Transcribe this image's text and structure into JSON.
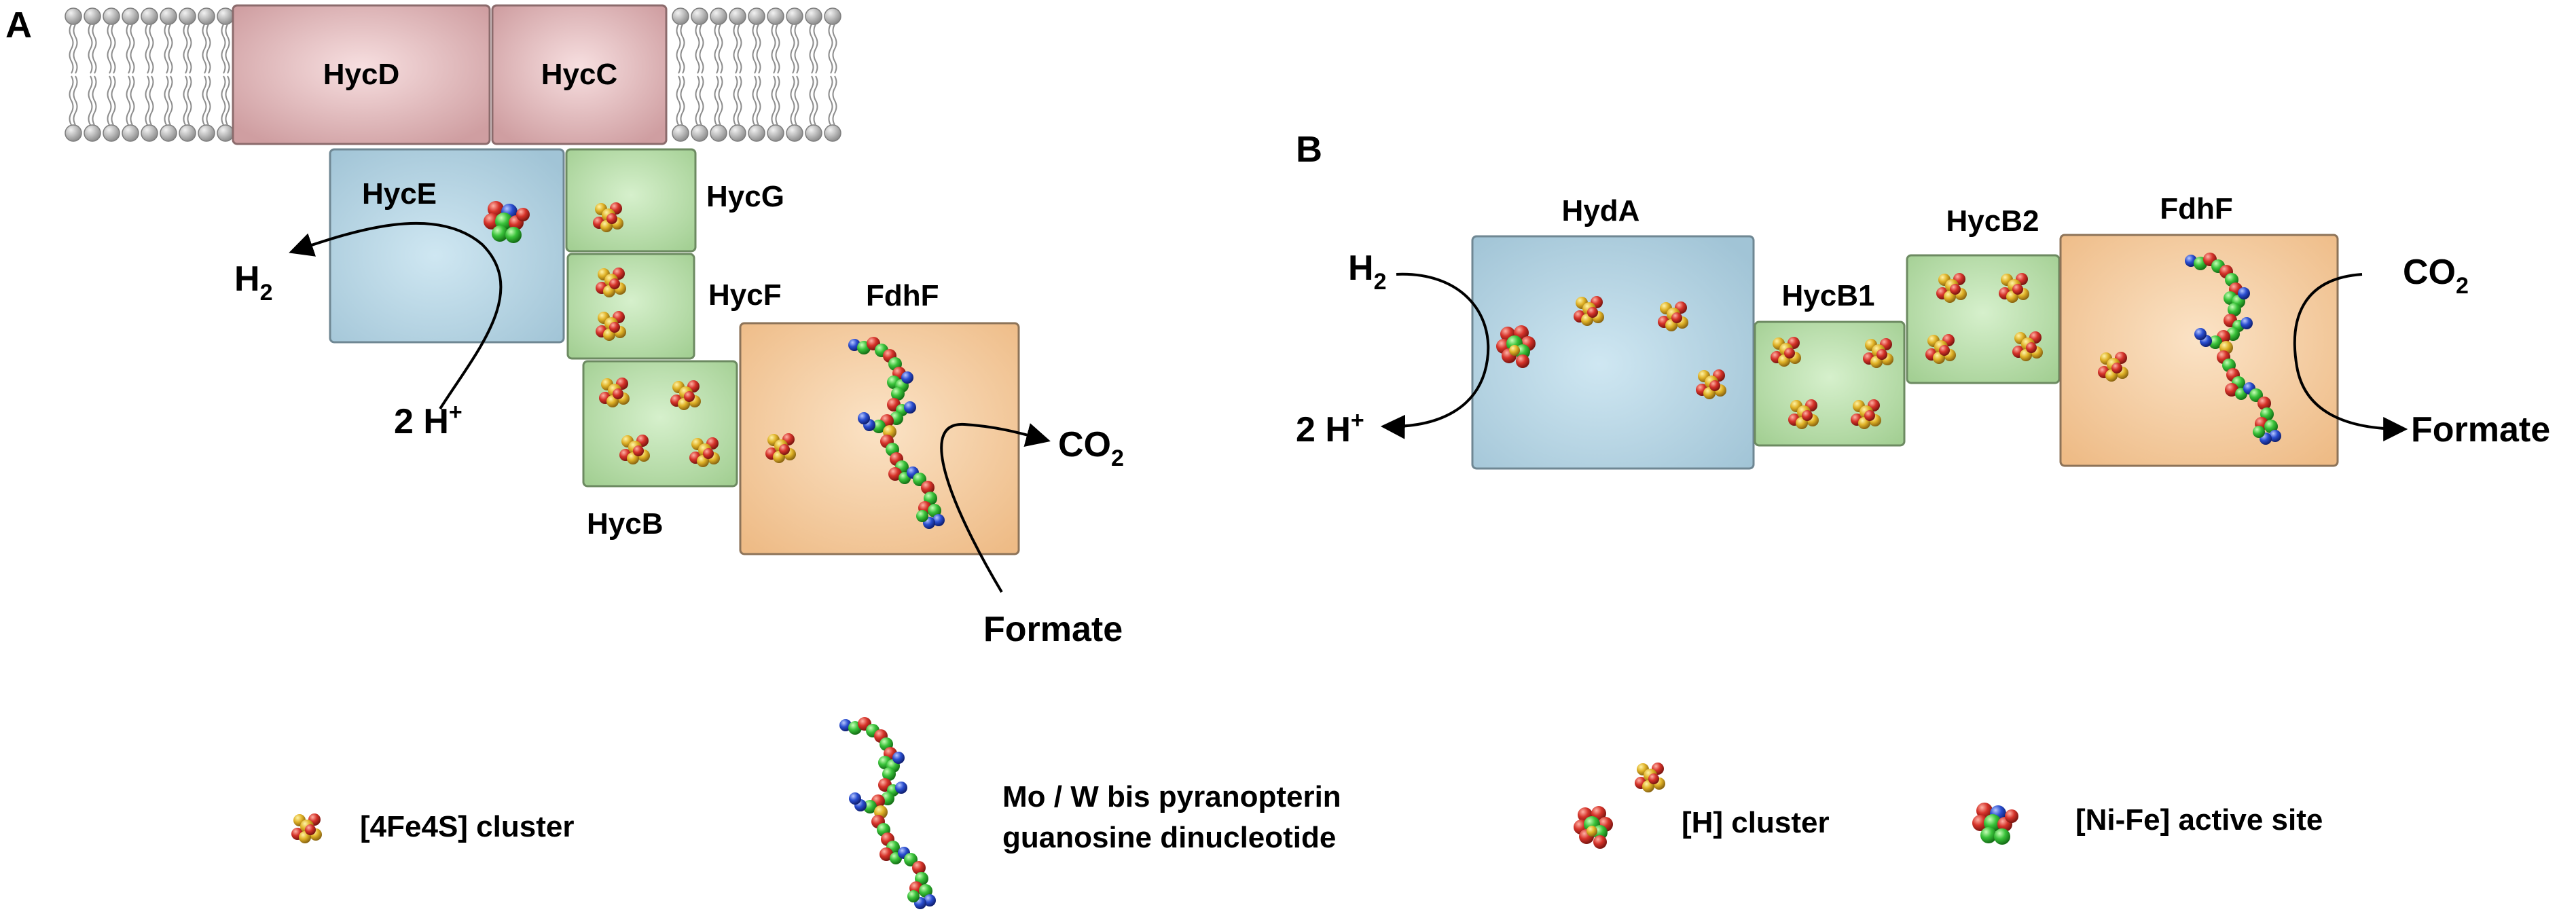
{
  "panels": {
    "a": "A",
    "b": "B"
  },
  "panel_a": {
    "membrane_proteins": [
      "HycD",
      "HycC"
    ],
    "subunits": {
      "hyce": "HycE",
      "hycg": "HycG",
      "hycf": "HycF",
      "hycb": "HycB",
      "fdhf": "FdhF"
    },
    "h2": {
      "base": "H",
      "subscript": "2"
    },
    "proton": {
      "base": "2 H",
      "superscript": "+"
    },
    "co2": {
      "base": "CO",
      "subscript": "2"
    },
    "formate": "Formate"
  },
  "panel_b": {
    "subunits": {
      "hyda": "HydA",
      "hycb1": "HycB1",
      "hycb2": "HycB2",
      "fdhf": "FdhF"
    },
    "h2": {
      "base": "H",
      "subscript": "2"
    },
    "proton": {
      "base": "2 H",
      "superscript": "+"
    },
    "co2": {
      "base": "CO",
      "subscript": "2"
    },
    "formate": "Formate"
  },
  "legend": {
    "fe4s4": "[4Fe4S] cluster",
    "mo_line1": "Mo / W bis pyranopterin",
    "mo_line2": "guanosine dinucleotide",
    "h_cluster": "[H] cluster",
    "nife": "[Ni-Fe] active site"
  },
  "colors": {
    "membrane_protein": "#d4a3a6",
    "large_subunit_blue": "#a9cbdb",
    "small_subunit_green": "#a9d29a",
    "fdhf_orange": "#f0c08e",
    "lipid_head": "#a6a6a6",
    "cluster_gold": "#e2b62a",
    "cluster_red": "#d8362b",
    "cofactor_green": "#3fc43f",
    "cofactor_blue": "#2448c8"
  }
}
